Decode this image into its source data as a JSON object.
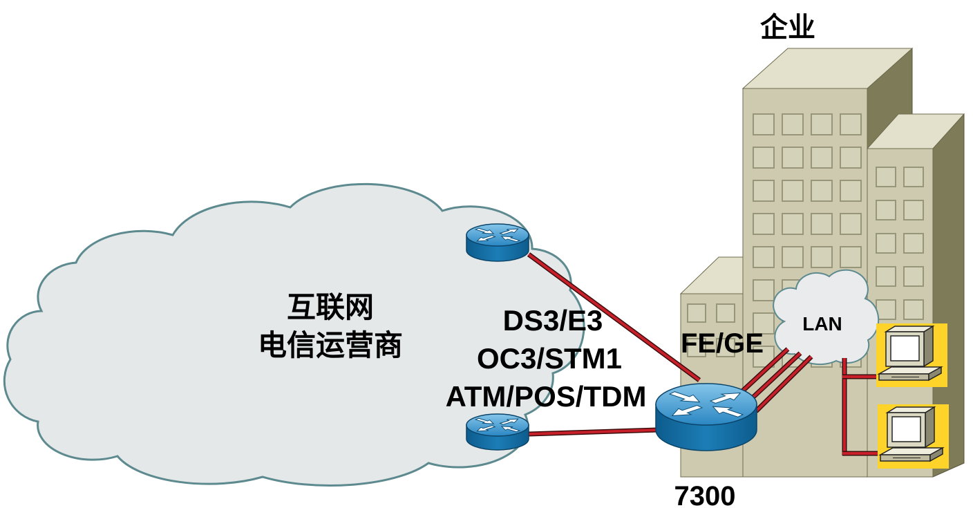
{
  "enterprise_label": "企业",
  "internet_cloud": {
    "line1": "互联网",
    "line2": "电信运营商"
  },
  "wan_interfaces": [
    "DS3/E3",
    "OC3/STM1",
    "ATM/POS/TDM"
  ],
  "lan_interfaces": "FE/GE",
  "lan_cloud_label": "LAN",
  "router_model": "7300",
  "colors": {
    "link": "#c8202a",
    "cloud_fill": "#e4e8e9",
    "cloud_stroke": "#5d8a8f",
    "router": "#1c7db6",
    "building": "#cdcab0",
    "pc_highlight": "#ffd42a"
  }
}
